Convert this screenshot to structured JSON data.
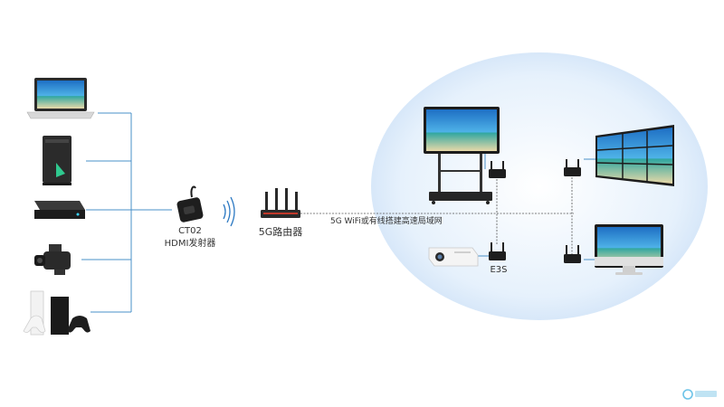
{
  "labels": {
    "transmitter_model": "CT02",
    "transmitter_name": "HDMI发射器",
    "router": "5G路由器",
    "network": "5G WiFi或有线搭建高速局域网",
    "receiver_model": "E3S"
  },
  "colors": {
    "line": "#4a90c8",
    "cloud": "#dbeaf9",
    "dark": "#1e1e1e",
    "wave": "#2b78c2"
  }
}
